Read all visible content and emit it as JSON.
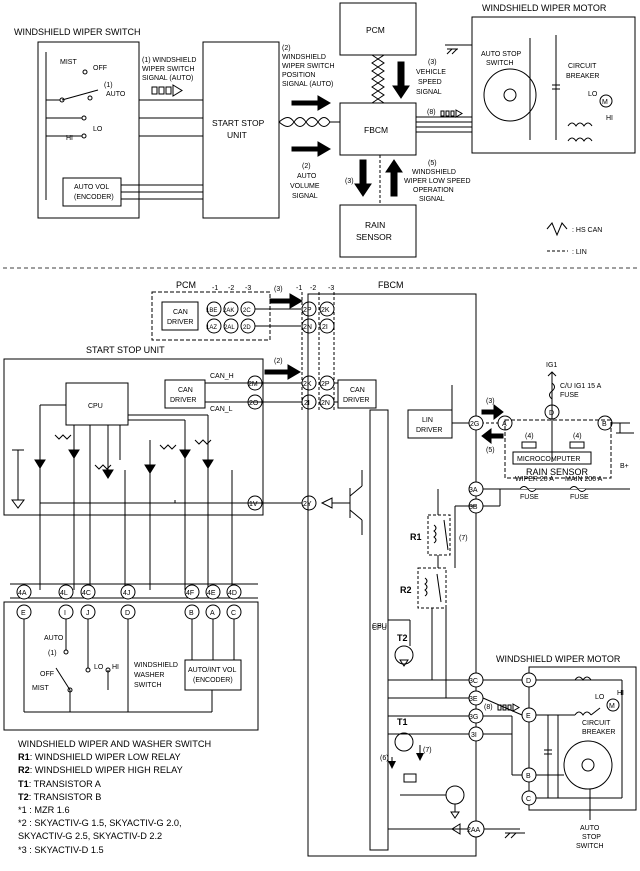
{
  "top": {
    "switch_title": "WINDSHIELD WIPER SWITCH",
    "motor_title": "WINDSHIELD WIPER MOTOR",
    "pcm": "PCM",
    "fbcm": "FBCM",
    "rain_sensor": [
      "RAIN",
      "SENSOR"
    ],
    "ssu": [
      "START STOP",
      "UNIT"
    ],
    "mist": "MIST",
    "off": "OFF",
    "auto": "AUTO",
    "lo": "LO",
    "hi": "HI",
    "marker1": "(1)",
    "auto_vol": [
      "AUTO VOL",
      "(ENCODER)"
    ],
    "sig1": [
      "(1) WINDSHIELD",
      "WIPER SWITCH",
      "SIGNAL (AUTO)"
    ],
    "sig2": [
      "(2)",
      "WINDSHIELD",
      "WIPER SWITCH",
      "POSITION",
      "SIGNAL (AUTO)"
    ],
    "sig2b": [
      "(2)",
      "AUTO",
      "VOLUME",
      "SIGNAL"
    ],
    "sig3a": [
      "(3)",
      "VEHICLE",
      "SPEED",
      "SIGNAL"
    ],
    "sig3b": "(3)",
    "sig5": [
      "(5)",
      "WINDSHIELD",
      "WIPER LOW SPEED",
      "OPERATION",
      "SIGNAL"
    ],
    "sig8": "(8)",
    "auto_stop": [
      "AUTO STOP",
      "SWITCH"
    ],
    "breaker": [
      "CIRCUIT",
      "BREAKER"
    ],
    "motor_m": "M",
    "motor_lo": "LO",
    "motor_hi": "HI",
    "legend_hs": ": HS CAN",
    "legend_lin": ": LIN"
  },
  "bottom": {
    "pcm": "PCM",
    "fbcm": "FBCM",
    "ssu_title": "START STOP UNIT",
    "can_driver": [
      "CAN",
      "DRIVER"
    ],
    "lin_driver": [
      "LIN",
      "DRIVER"
    ],
    "cpu": "CPU",
    "can_h": "CAN_H",
    "can_l": "CAN_L",
    "ig1": "IG1",
    "fuse_cu": [
      "C/U IG1 15 A",
      "FUSE"
    ],
    "microcomputer": "MICROCOMPUTER",
    "rain_sensor": "RAIN SENSOR",
    "bplus": "B+",
    "fuse_wiper": [
      "WIPER 20 A",
      "FUSE"
    ],
    "fuse_main": [
      "MAIN 200 A",
      "FUSE"
    ],
    "r1": "R1",
    "r2": "R2",
    "t1": "T1",
    "t2": "T2",
    "m2": "(2)",
    "m3": "(3)",
    "m4a": "(4)",
    "m4b": "(4)",
    "m5": "(5)",
    "m6": "(6)",
    "m7a": "(7)",
    "m7b": "(7)",
    "m8": "(8)",
    "m1": "(1)",
    "sup": [
      "-1",
      "-2",
      "-3"
    ],
    "pcm_terms": [
      "1BE",
      "2AK",
      "2C",
      "1AZ",
      "2AL",
      "2D"
    ],
    "fbcm_can_terms": [
      "2P",
      "2K",
      "2N",
      "2I"
    ],
    "fbcm_terms": [
      "2K",
      "2P",
      "2I",
      "2N",
      "2G",
      "2Y",
      "3A",
      "3B",
      "3C",
      "3E",
      "3G",
      "3I",
      "2AA"
    ],
    "ssu_terms": [
      "2M",
      "2O",
      "1V"
    ],
    "ssu_bottom_terms": [
      "4A",
      "4L",
      "4C",
      "4J",
      "4F",
      "4E",
      "4D"
    ],
    "switch_terms": [
      "E",
      "I",
      "J",
      "D",
      "B",
      "A",
      "C"
    ],
    "rain_terms": [
      "D",
      "A",
      "B"
    ],
    "motor_terms": [
      "D",
      "E",
      "B",
      "C"
    ],
    "motor_title": "WINDSHIELD WIPER MOTOR",
    "washer": [
      "WINDSHIELD",
      "WASHER",
      "SWITCH"
    ],
    "auto_int": [
      "AUTO/INT VOL",
      "(ENCODER)"
    ],
    "auto": "AUTO",
    "off": "OFF",
    "mist": "MIST",
    "lo": "LO",
    "hi": "HI",
    "motor_m": "M",
    "breaker": [
      "CIRCUIT",
      "BREAKER"
    ],
    "auto_stop": [
      "AUTO",
      "STOP",
      "SWITCH"
    ]
  },
  "legend": {
    "title": "WINDSHIELD WIPER AND WASHER SWITCH",
    "r1": {
      "key": "R1",
      "text": ": WINDSHIELD WIPER LOW RELAY"
    },
    "r2": {
      "key": "R2",
      "text": ": WINDSHIELD WIPER HIGH RELAY"
    },
    "t1": {
      "key": "T1",
      "text": ": TRANSISTOR A"
    },
    "t2": {
      "key": "T2",
      "text": ": TRANSISTOR B"
    },
    "n1": "*1 : MZR 1.6",
    "n2a": "*2 : SKYACTIV-G 1.5, SKYACTIV-G 2.0,",
    "n2b": "SKYACTIV-G 2.5, SKYACTIV-D 2.2",
    "n3": "*3 : SKYACTIV-D 1.5"
  }
}
